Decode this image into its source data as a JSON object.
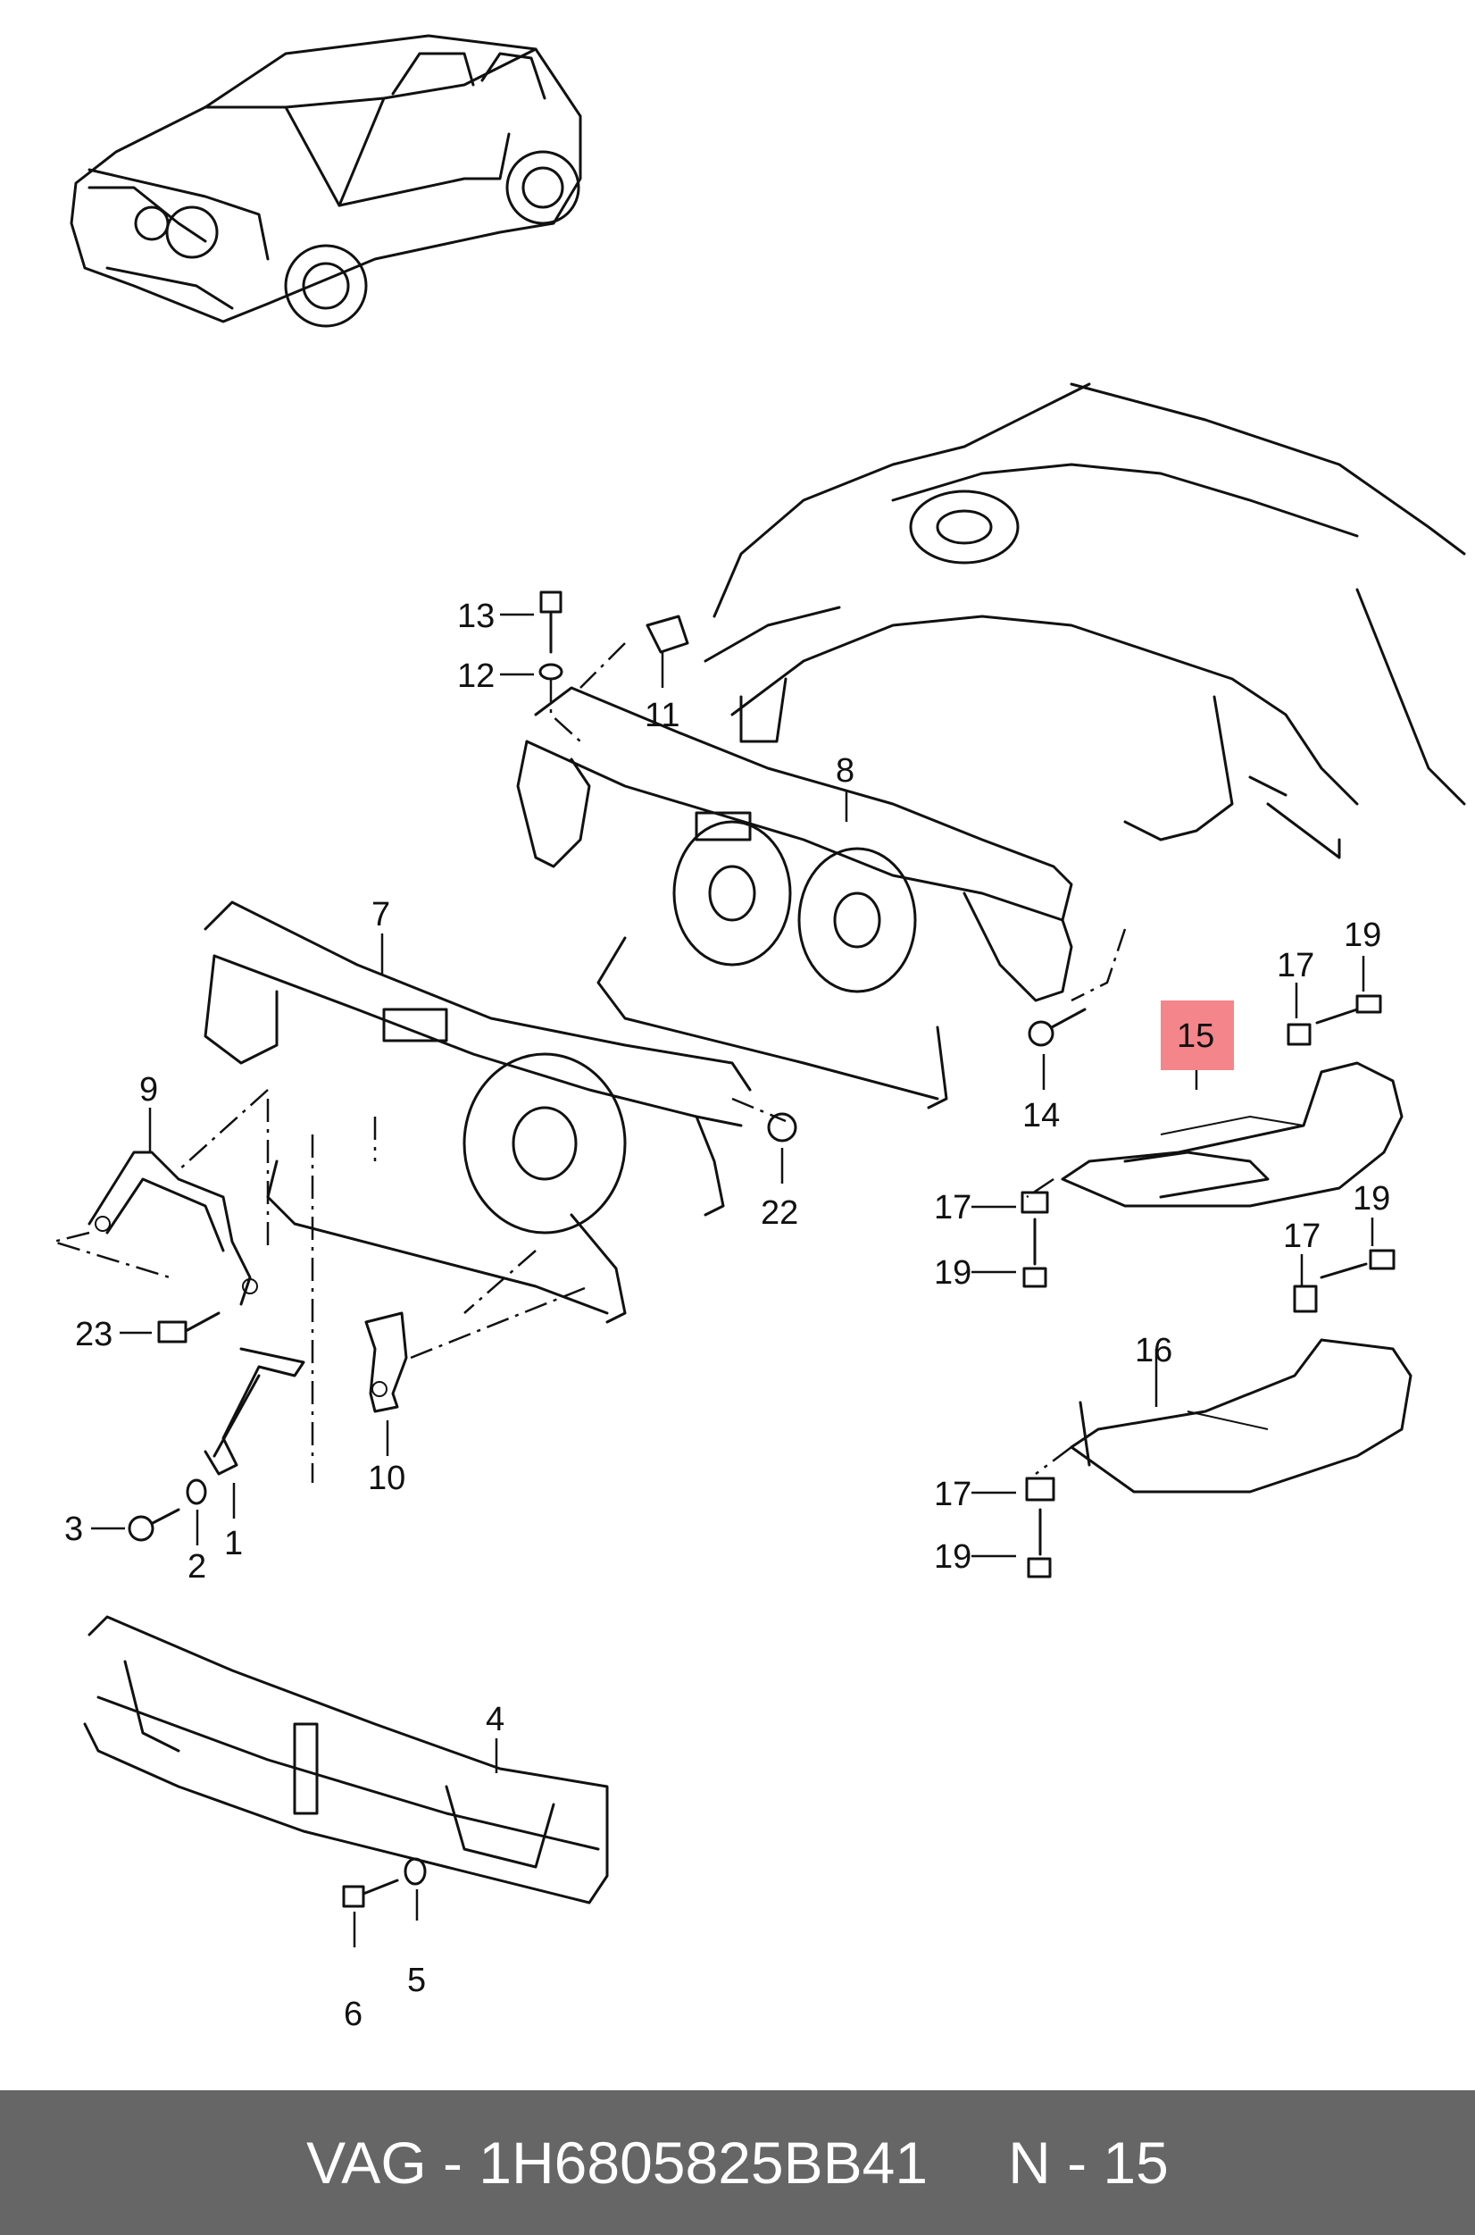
{
  "diagram": {
    "callouts": [
      {
        "id": "c13",
        "text": "13"
      },
      {
        "id": "c12",
        "text": "12"
      },
      {
        "id": "c11",
        "text": "11"
      },
      {
        "id": "c8",
        "text": "8"
      },
      {
        "id": "c7",
        "text": "7"
      },
      {
        "id": "c9",
        "text": "9"
      },
      {
        "id": "c23",
        "text": "23"
      },
      {
        "id": "c22",
        "text": "22"
      },
      {
        "id": "c10",
        "text": "10"
      },
      {
        "id": "c3",
        "text": "3"
      },
      {
        "id": "c2",
        "text": "2"
      },
      {
        "id": "c1",
        "text": "1"
      },
      {
        "id": "c4",
        "text": "4"
      },
      {
        "id": "c5",
        "text": "5"
      },
      {
        "id": "c6",
        "text": "6"
      },
      {
        "id": "c14",
        "text": "14"
      },
      {
        "id": "c15",
        "text": "15",
        "highlighted": true
      },
      {
        "id": "c16",
        "text": "16"
      },
      {
        "id": "c17a",
        "text": "17"
      },
      {
        "id": "c17b",
        "text": "17"
      },
      {
        "id": "c17c",
        "text": "17"
      },
      {
        "id": "c17d",
        "text": "17"
      },
      {
        "id": "c19a",
        "text": "19"
      },
      {
        "id": "c19b",
        "text": "19"
      },
      {
        "id": "c19c",
        "text": "19"
      },
      {
        "id": "c19d",
        "text": "19"
      }
    ],
    "highlight_color": "#f4858a"
  },
  "footer": {
    "part_number": "VAG - 1H6805825BB41",
    "page": "N - 15",
    "background": "#666666"
  }
}
